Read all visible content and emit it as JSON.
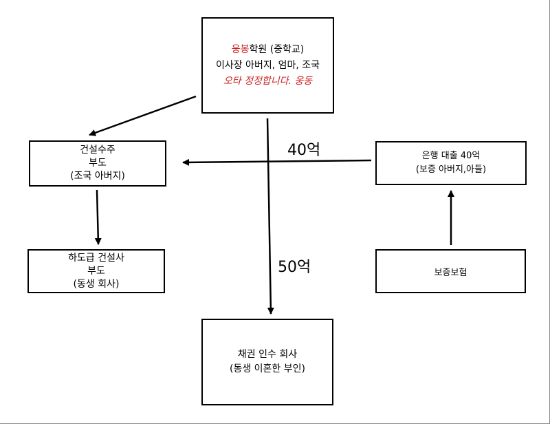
{
  "top_box": {
    "name_prefix": "웅봉",
    "name_rest": "학원 (중학교)",
    "line2": "이사장 아버지, 엄마, 조국",
    "correction": "오타 정정합니다. 웅동"
  },
  "construction_box": {
    "line1": "건설수주",
    "line2": "부도",
    "line3": "(조국 아버지)"
  },
  "subcontractor_box": {
    "line1": "하도급 건설사",
    "line2": "부도",
    "line3": "(동생 회사)"
  },
  "bank_box": {
    "line1": "은행 대출 40억",
    "line2": "(보증 아버지,아들)"
  },
  "guarantee_box": {
    "line1": "보증보험"
  },
  "debt_box": {
    "line1": "채권 인수 회사",
    "line2": "(동생 이혼한 부인)"
  },
  "labels": {
    "amount_40": "40억",
    "amount_50": "50억"
  },
  "colors": {
    "accent_red": "#cc1f1f",
    "line": "#000000"
  }
}
